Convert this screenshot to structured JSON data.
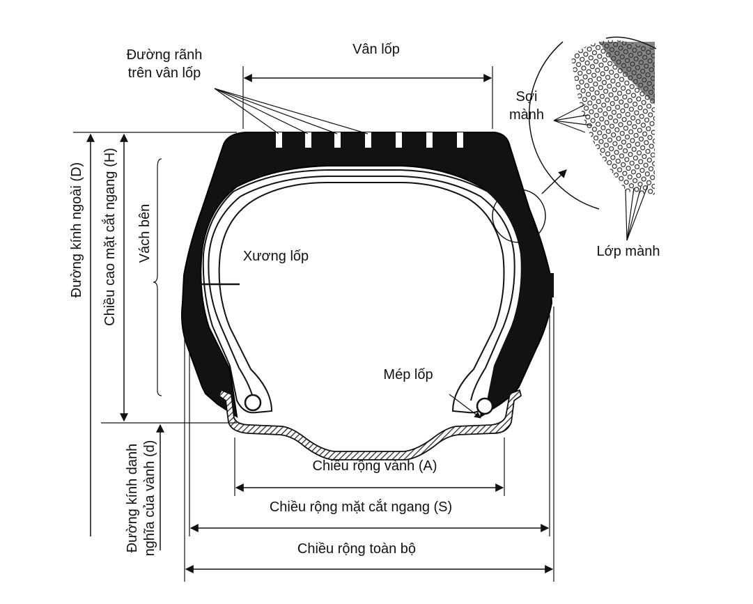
{
  "labels": {
    "tread_grooves": [
      "Đường rãnh",
      "trên vân lốp"
    ],
    "tread": "Vân lốp",
    "cord": [
      "Sợi",
      "mành"
    ],
    "ply": "Lớp mành",
    "sidewall": "Vách bên",
    "carcass": "Xương lốp",
    "bead": "Mép lốp",
    "outer_diameter": "Đường kính ngoài (D)",
    "section_height": "Chiều cao mặt cắt ngang (H)",
    "rim_diameter": [
      "Đường kính danh",
      "nghĩa của vành (d)"
    ],
    "rim_width": "Chiều rộng vành (A)",
    "section_width": "Chiều rộng mặt cắt ngang (S)",
    "overall_width": "Chiều rộng toàn bộ"
  }
}
